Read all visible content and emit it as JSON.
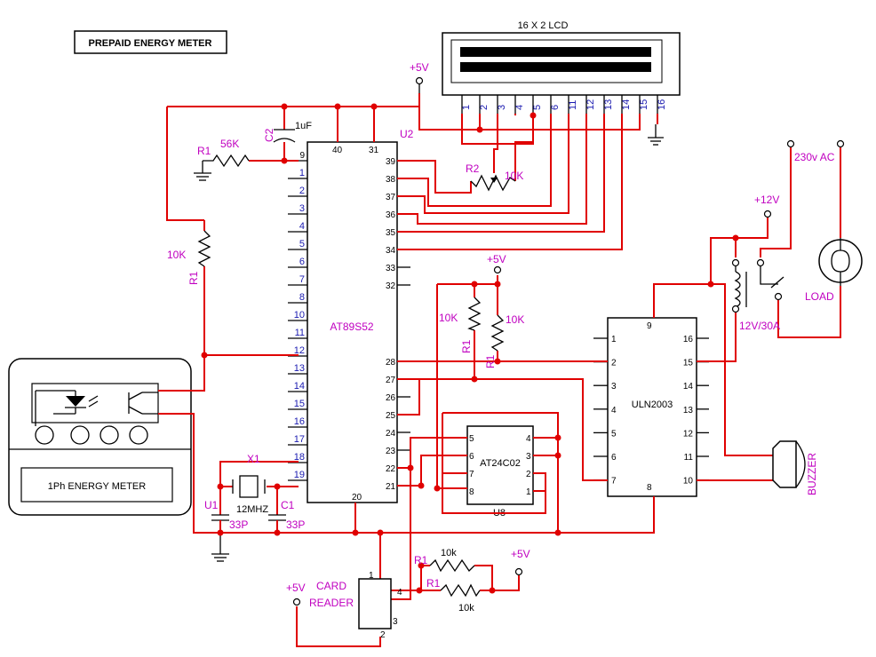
{
  "title": "PREPAID ENERGY METER",
  "colors": {
    "wire": "#e00000",
    "label": "#c000c0",
    "pin": "#1a1ab0",
    "ink": "#000000"
  },
  "lcd": {
    "name": "16 X 2 LCD",
    "pins": [
      "1",
      "2",
      "3",
      "4",
      "5",
      "6",
      "11",
      "12",
      "13",
      "14",
      "15",
      "16"
    ]
  },
  "mcu": {
    "name": "AT89S52",
    "ref": "U2",
    "top_pins": [
      "40",
      "31"
    ],
    "bottom_pin": "20",
    "left_pins": [
      "9",
      "1",
      "2",
      "3",
      "4",
      "5",
      "6",
      "7",
      "8",
      "10",
      "11",
      "12",
      "13",
      "14",
      "15",
      "16",
      "17",
      "18",
      "19"
    ],
    "right_pins": [
      "39",
      "38",
      "37",
      "36",
      "35",
      "34",
      "33",
      "32",
      "28",
      "27",
      "26",
      "25",
      "24",
      "23",
      "22",
      "21"
    ]
  },
  "uln": {
    "name": "ULN2003",
    "left_pins": [
      "1",
      "2",
      "3",
      "4",
      "5",
      "6",
      "7"
    ],
    "right_pins": [
      "16",
      "15",
      "14",
      "13",
      "12",
      "11",
      "10"
    ],
    "top_pin": "9",
    "bottom_pin": "8"
  },
  "eeprom": {
    "name": "AT24C02",
    "ref": "U8",
    "left_pins": [
      "5",
      "6",
      "7",
      "8"
    ],
    "right_pins": [
      "4",
      "3",
      "2",
      "1"
    ]
  },
  "labels": {
    "vcc": "+5V",
    "v12": "+12V",
    "ac": "230v AC",
    "load": "LOAD",
    "relay": "12V/30A",
    "buzzer": "BUZZER",
    "card1": "CARD",
    "card2": "READER",
    "meter": "1Ph ENERGY METER",
    "c2": "C2",
    "c2_val": "1uF",
    "r1": "R1",
    "r1_val": "56K",
    "r10k": "10K",
    "r2": "R2",
    "r2_val": "10K",
    "x1": "X1",
    "xtal": "12MHZ",
    "c1": "C1",
    "c_val": "33P",
    "u1": "U1",
    "r_small": "10k"
  },
  "card_pins": [
    "1",
    "4",
    "3",
    "2"
  ]
}
